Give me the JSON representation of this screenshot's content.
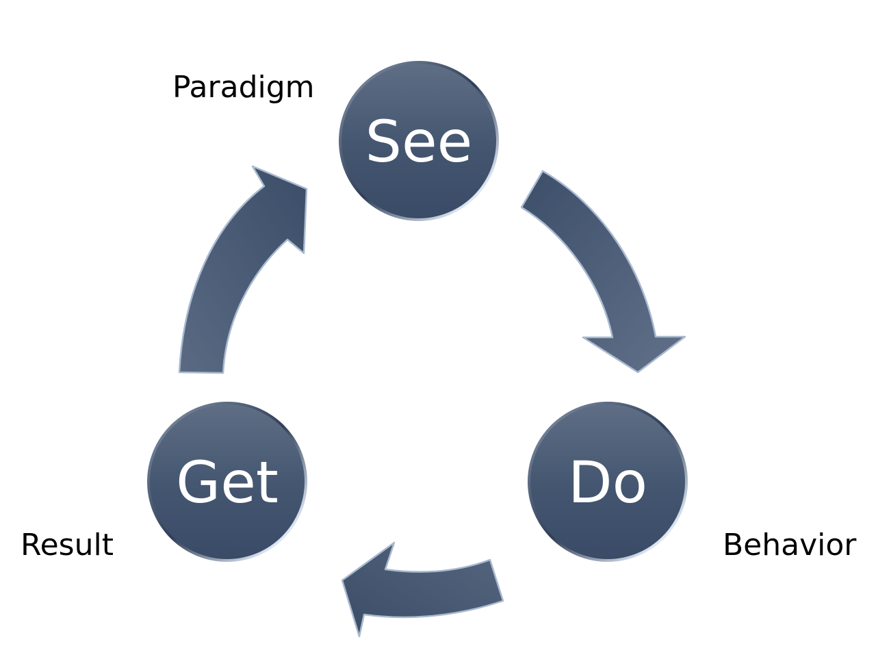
{
  "nodes": [
    {
      "label": "See"
    },
    {
      "label": "Do"
    },
    {
      "label": "Get"
    }
  ],
  "side_labels": {
    "paradigm": "Paradigm",
    "behavior": "Behavior",
    "result": "Result"
  },
  "colors": {
    "node_fill_top": "#5c6b83",
    "node_fill_bottom": "#3a4d68",
    "arrow_fill_light": "#5e6e87",
    "arrow_fill_dark": "#3d4f69",
    "rim": "#c9d6e6",
    "text_on_node": "#ffffff",
    "text": "#000000"
  }
}
